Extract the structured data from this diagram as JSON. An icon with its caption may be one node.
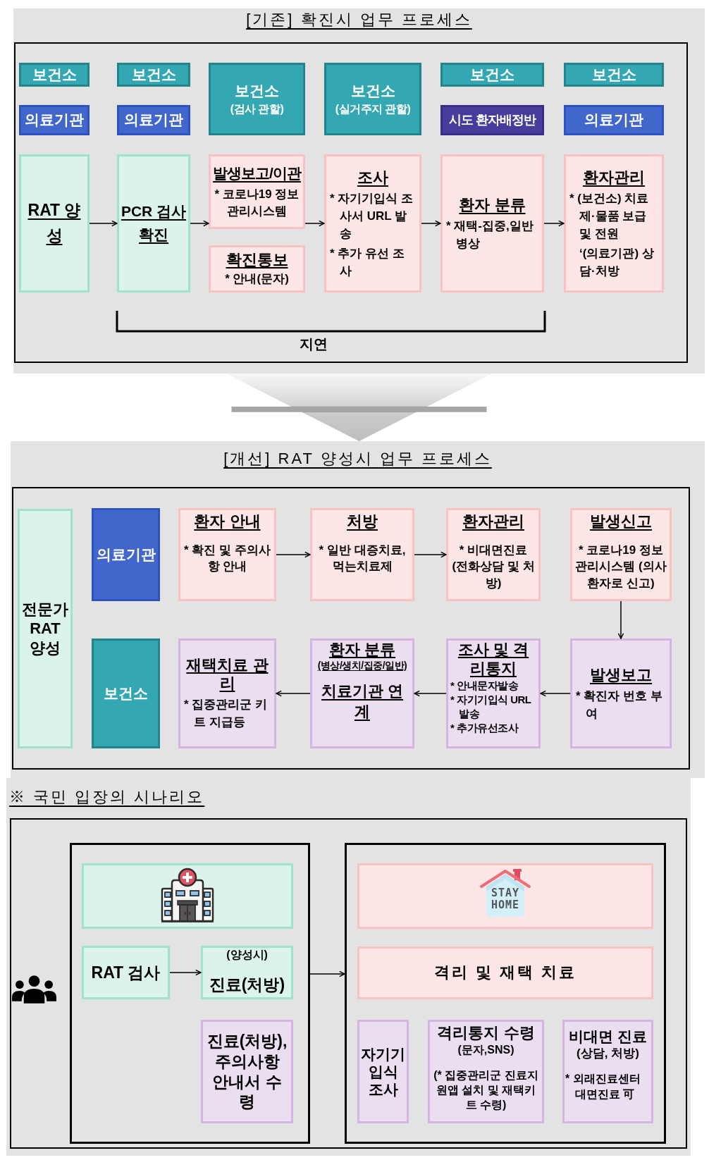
{
  "diagram": {
    "nodes": [
      {
        "text": [
          "[기존] 확진시 업무 프로세스"
        ]
      },
      {
        "text": [
          "보건소"
        ],
        "in": 0
      },
      {
        "text": [
          "의료기관"
        ],
        "in": 0
      },
      {
        "text": [
          "RAT 양성"
        ],
        "in": 0
      },
      {
        "text": [
          "보건소"
        ],
        "in": 0
      },
      {
        "text": [
          "의료기관"
        ],
        "in": 0
      },
      {
        "text": [
          "PCR 검사 확진"
        ],
        "in": 0
      },
      {
        "text": [
          "보건소",
          "(검사 관할)"
        ],
        "in": 0
      },
      {
        "text": [
          "발생보고/이관",
          "* 코로나19 정보관리시스템"
        ],
        "in": 0
      },
      {
        "text": [
          "확진통보",
          "* 안내(문자)"
        ],
        "in": 0
      },
      {
        "text": [
          "보건소",
          "(실거주지 관할)"
        ],
        "in": 0
      },
      {
        "text": [
          "조사",
          "* 자기기입식 조사서 URL 발송",
          "* 추가 유선 조사"
        ],
        "in": 0
      },
      {
        "text": [
          "보건소"
        ],
        "in": 0
      },
      {
        "text": [
          "시도 환자배정반"
        ],
        "in": 0
      },
      {
        "text": [
          "환자 분류",
          "* 재택-집중,일반 병상"
        ],
        "in": 0
      },
      {
        "text": [
          "보건소"
        ],
        "in": 0
      },
      {
        "text": [
          "의료기관"
        ],
        "in": 0
      },
      {
        "text": [
          "환자관리",
          "* (보건소) 치료제·물품 보급 및 전원",
          "‘(의료기관) 상담·처방"
        ],
        "in": 0
      },
      {
        "text": [
          "[개선] RAT 양성시 업무 프로세스"
        ]
      },
      {
        "text": [
          "전문가 RAT 양성"
        ],
        "in": 18
      },
      {
        "text": [
          "의료기관"
        ],
        "in": 18
      },
      {
        "text": [
          "환자 안내",
          "* 확진 및 주의사항 안내"
        ],
        "in": 18
      },
      {
        "text": [
          "처방",
          "* 일반 대증치료, 먹는치료제"
        ],
        "in": 18
      },
      {
        "text": [
          "환자관리",
          "* 비대면진료 (전화상담 및 처방)"
        ],
        "in": 18
      },
      {
        "text": [
          "발생신고",
          "* 코로나19 정보관리시스템 (의사환자로 신고)"
        ],
        "in": 18
      },
      {
        "text": [
          "보건소"
        ],
        "in": 18
      },
      {
        "text": [
          "재택치료 관리",
          "* 집중관리군 키트 지급등"
        ],
        "in": 18
      },
      {
        "text": [
          "환자 분류",
          "(병상/생치/집중/일반)",
          "치료기관 연계"
        ],
        "in": 18
      },
      {
        "text": [
          "조사 및 격리통지",
          "* 안내문자발송",
          "* 자기기입식 URL 발송",
          "* 추가유선조사"
        ],
        "in": 18
      },
      {
        "text": [
          "발생보고",
          "* 확진자 번호 부여"
        ],
        "in": 18
      },
      {
        "text": [
          "※ 국민 입장의 시나리오"
        ]
      },
      {
        "text": [],
        "shape": "box",
        "in": 30
      },
      {
        "text": [],
        "shape": "box",
        "in": 31
      },
      {
        "text": [
          "RAT 검사"
        ],
        "in": 31
      },
      {
        "text": [
          "(양성시)",
          "진료(처방)"
        ],
        "in": 31
      },
      {
        "text": [
          "진료(처방), 주의사항 안내서 수령"
        ],
        "in": 31
      },
      {
        "text": [],
        "shape": "box",
        "in": 30
      },
      {
        "text": [
          "STAY HOME"
        ],
        "in": 36
      },
      {
        "text": [
          "격리 및 재택 치료"
        ],
        "in": 36
      },
      {
        "text": [
          "자기기입식 조사"
        ],
        "in": 36
      },
      {
        "text": [
          "격리통지 수령",
          "(문자,SNS)",
          "(* 집중관리군 진료지원앱 설치 및 재택키트 수령)"
        ],
        "in": 36
      },
      {
        "text": [
          "비대면 진료",
          "(상담, 처방)",
          "* 외래진료센터 대면진료 可"
        ],
        "in": 36
      }
    ],
    "edges": [
      {
        "from": 0,
        "to": 18,
        "arrow": "to",
        "style": "thick",
        "color": "#a6a6a6"
      },
      {
        "from": 3,
        "to": 6,
        "arrow": "to"
      },
      {
        "from": 6,
        "to": 8,
        "arrow": "to"
      },
      {
        "from": 8,
        "to": 11,
        "arrow": "to"
      },
      {
        "from": 11,
        "to": 14,
        "arrow": "to"
      },
      {
        "from": 14,
        "to": 17,
        "arrow": "to"
      },
      {
        "from": 21,
        "to": 22,
        "arrow": "to"
      },
      {
        "from": 22,
        "to": 23,
        "arrow": "to"
      },
      {
        "from": 24,
        "to": 29,
        "arrow": "to"
      },
      {
        "from": 29,
        "to": 28,
        "arrow": "to"
      },
      {
        "from": 28,
        "to": 27,
        "arrow": "to"
      },
      {
        "from": 27,
        "to": 26,
        "arrow": "to"
      },
      {
        "from": 33,
        "to": 34,
        "arrow": "to"
      },
      {
        "from": 31,
        "to": 36,
        "arrow": "to"
      }
    ],
    "labels": [
      "지연"
    ]
  }
}
